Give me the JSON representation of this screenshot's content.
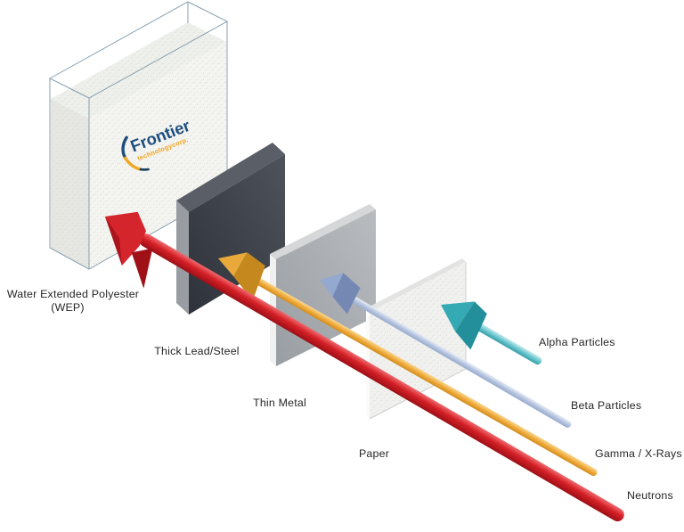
{
  "logo": {
    "name": "Frontier",
    "sub": "technologycorp."
  },
  "shields": [
    {
      "id": "wep",
      "label": [
        "Water Extended Polyester",
        "(WEP)"
      ]
    },
    {
      "id": "thick-lead-steel",
      "label": "Thick Lead/Steel"
    },
    {
      "id": "thin-metal",
      "label": "Thin Metal"
    },
    {
      "id": "paper",
      "label": "Paper"
    }
  ],
  "particles": [
    {
      "id": "alpha",
      "label": "Alpha Particles",
      "color": "#35a9b4",
      "stopped_by": "Paper"
    },
    {
      "id": "beta",
      "label": "Beta Particles",
      "color": "#93a9cf",
      "stopped_by": "Thin Metal"
    },
    {
      "id": "gamma",
      "label": "Gamma / X-Rays",
      "color": "#f0ab3c",
      "stopped_by": "Thick Lead/Steel"
    },
    {
      "id": "neutrons",
      "label": "Neutrons",
      "color": "#d41f26",
      "stopped_by": "Water Extended Polyester (WEP)"
    }
  ]
}
